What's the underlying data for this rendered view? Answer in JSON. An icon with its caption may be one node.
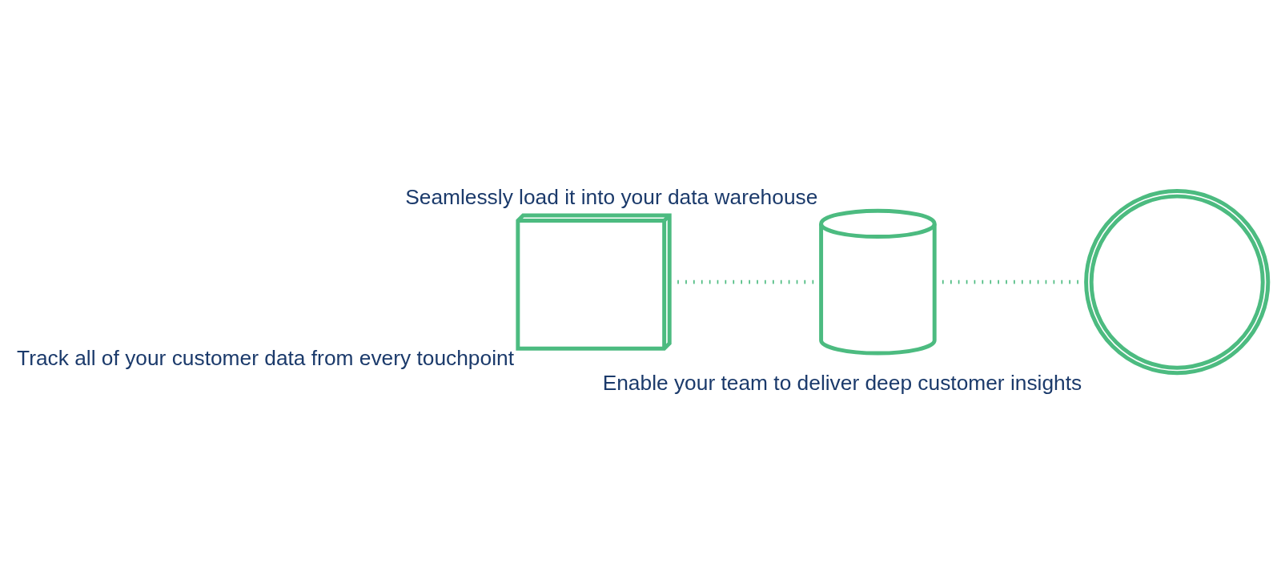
{
  "diagram": {
    "nodes": [
      {
        "text": [],
        "shape": "picture",
        "beside": [
          "Track all of your customer data from every touchpoint"
        ]
      },
      {
        "text": [],
        "shape": "cylinder",
        "beside": [
          "Seamlessly load it into your data warehouse"
        ]
      },
      {
        "text": [],
        "shape": "person",
        "beside": [
          "Enable your team to deliver deep customer insights"
        ]
      }
    ],
    "edges": [
      {
        "from": 0,
        "to": 1,
        "arrow": "none",
        "style": "dashed"
      },
      {
        "from": 1,
        "to": 2,
        "arrow": "none",
        "style": "dashed"
      }
    ]
  }
}
